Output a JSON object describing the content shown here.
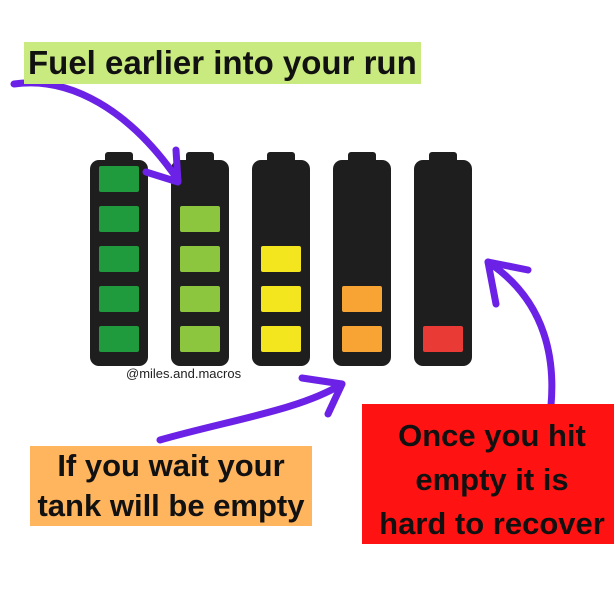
{
  "captions": {
    "top": "Fuel earlier into your run",
    "left": [
      "If you wait your",
      "tank will be empty"
    ],
    "right": [
      "Once you hit",
      "empty it is",
      "hard to recover"
    ]
  },
  "handle": "@miles.and.macros",
  "batteries": [
    {
      "name": "battery-full",
      "filled": 5,
      "color": "#1f9a3c"
    },
    {
      "name": "battery-high",
      "filled": 4,
      "color": "#8cc63f"
    },
    {
      "name": "battery-mid",
      "filled": 3,
      "color": "#f4e61e"
    },
    {
      "name": "battery-low",
      "filled": 2,
      "color": "#f7a434"
    },
    {
      "name": "battery-critical",
      "filled": 1,
      "color": "#e93a36"
    }
  ],
  "colors": {
    "battery_body": "#1e1e1e",
    "arrow": "#6b22e6"
  }
}
